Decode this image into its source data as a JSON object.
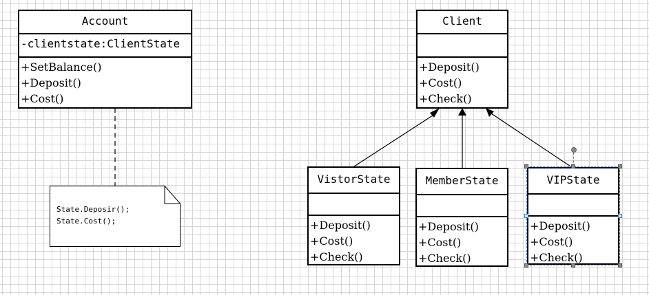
{
  "classes": {
    "account": {
      "name": "Account",
      "attributes": [
        "-clientstate:ClientState"
      ],
      "operations": [
        "+SetBalance()",
        "+Deposit()",
        "+Cost()"
      ]
    },
    "client": {
      "name": "Client",
      "attributes": [],
      "operations": [
        "+Deposit()",
        "+Cost()",
        "+Check()"
      ]
    },
    "visitor_state": {
      "name": "VistorState",
      "attributes": [],
      "operations": [
        "+Deposit()",
        "+Cost()",
        "+Check()"
      ]
    },
    "member_state": {
      "name": "MemberState",
      "attributes": [],
      "operations": [
        "+Deposit()",
        "+Cost()",
        "+Check()"
      ]
    },
    "vip_state": {
      "name": "VIPState",
      "attributes": [],
      "operations": [
        "+Deposit()",
        "+Cost()",
        "+Check()"
      ]
    }
  },
  "note": {
    "text": "State.Deposir();\nState.Cost();"
  },
  "relationships": [
    {
      "type": "note-anchor",
      "from": "account",
      "to": "note",
      "line_style": "dashed"
    },
    {
      "type": "generalization",
      "from": "visitor_state",
      "to": "client"
    },
    {
      "type": "generalization",
      "from": "member_state",
      "to": "client"
    },
    {
      "type": "generalization",
      "from": "vip_state",
      "to": "client"
    }
  ],
  "selection": {
    "selected": "vip_state",
    "accent": "#3a7bd5"
  }
}
